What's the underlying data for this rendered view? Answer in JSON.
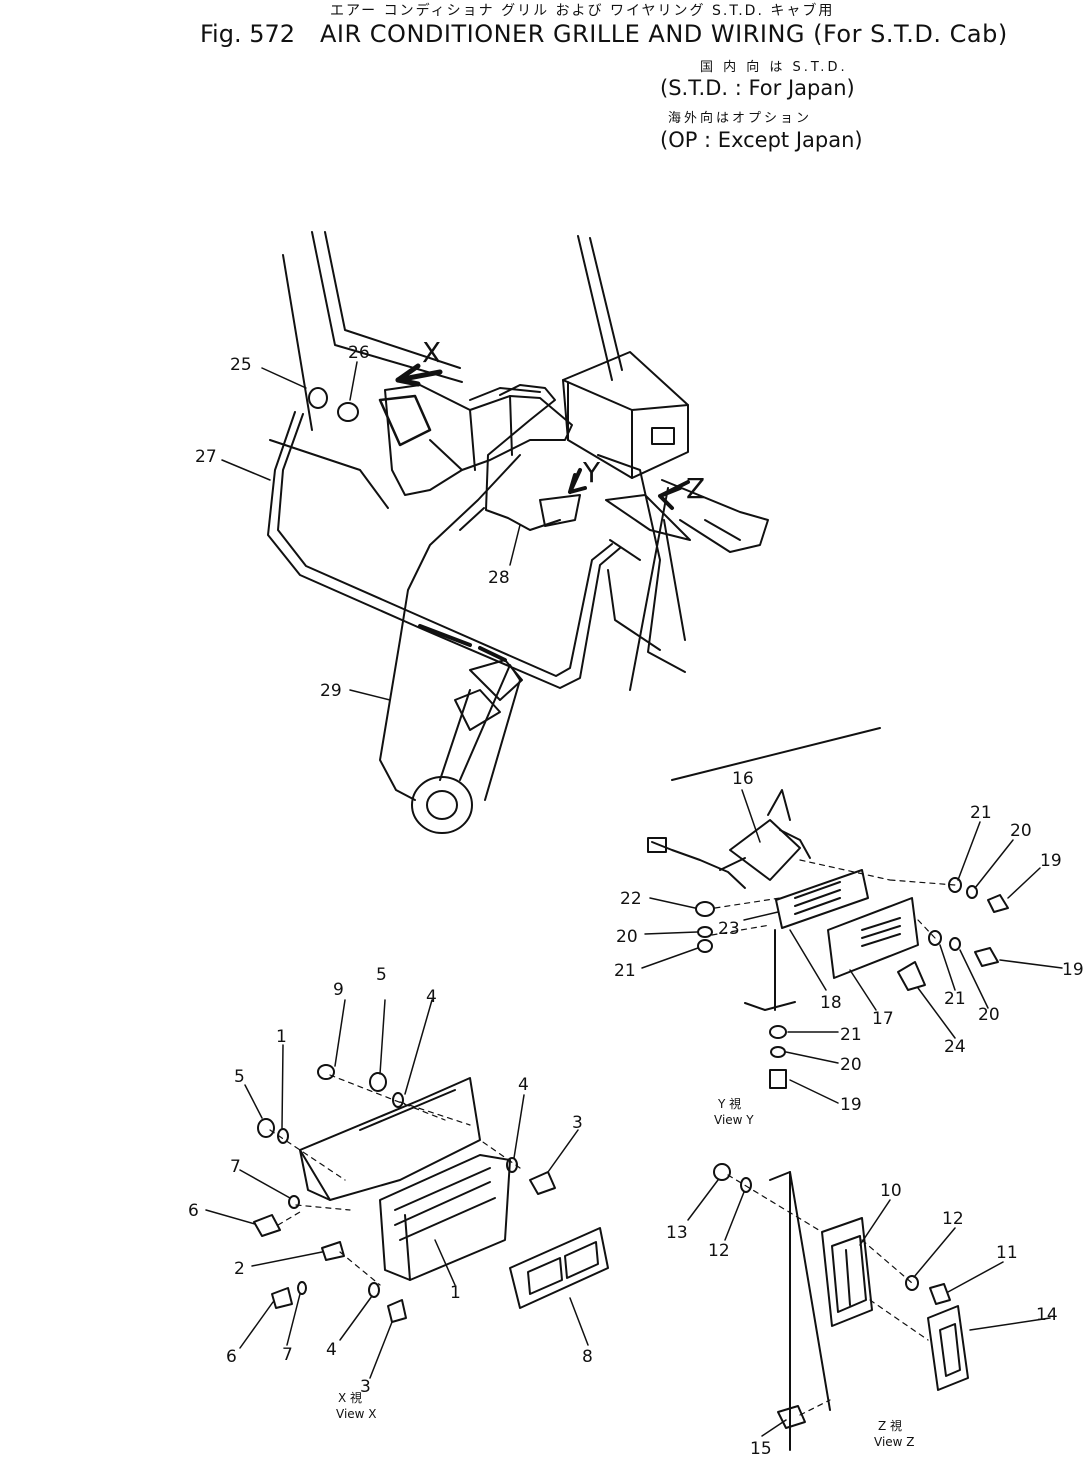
{
  "header": {
    "japanese_title": "エアー コンディショナ グリル および ワイヤリング S.T.D. キャブ用",
    "fig_number": "Fig. 572",
    "title": "AIR CONDITIONER GRILLE AND WIRING (For S.T.D. Cab)",
    "japanese_std_note": "国 内 向 は S.T.D.",
    "std_note": "(S.T.D. : For Japan)",
    "japanese_op_note": "海外向はオプション",
    "op_note": "(OP : Except Japan)"
  },
  "view_markers": {
    "x": "X",
    "y": "Y",
    "z": "Z"
  },
  "view_captions": {
    "view_x_jp": "X  視",
    "view_x": "View X",
    "view_y_jp": "Y  視",
    "view_y": "View Y",
    "view_z_jp": "Z  視",
    "view_z": "View Z"
  },
  "callouts": {
    "main": [
      "25",
      "26",
      "27",
      "28",
      "29"
    ],
    "view_y": [
      "16",
      "21",
      "20",
      "19",
      "22",
      "23",
      "20",
      "21",
      "18",
      "17",
      "21",
      "20",
      "19",
      "24",
      "21",
      "20",
      "19"
    ],
    "view_x": [
      "9",
      "5",
      "4",
      "5",
      "1",
      "4",
      "3",
      "7",
      "6",
      "2",
      "1",
      "7",
      "6",
      "4",
      "3",
      "8"
    ],
    "view_z": [
      "13",
      "12",
      "10",
      "12",
      "11",
      "14",
      "15"
    ]
  }
}
